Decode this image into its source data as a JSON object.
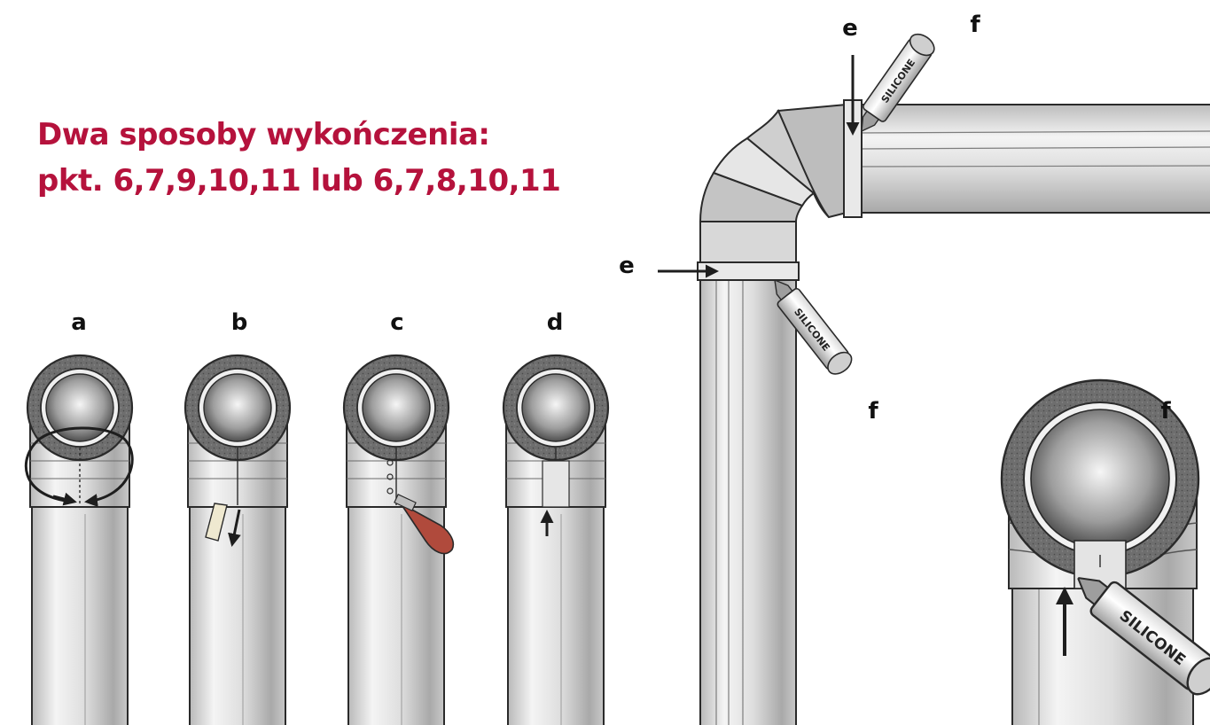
{
  "heading": {
    "line1": "Dwa sposoby wykończenia:",
    "line2": "pkt. 6,7,9,10,11 lub 6,7,8,10,11",
    "color": "#b5123c"
  },
  "step_labels": {
    "a": "a",
    "b": "b",
    "c": "c",
    "d": "d",
    "e": "e",
    "f": "f"
  },
  "tube_text": "SILICONE",
  "icons": [
    "rotate-arrows-icon",
    "tape-strip-icon",
    "hand-stapler-icon",
    "seam-arrow-icon",
    "silicone-tube-icon",
    "pointer-arrow-icon"
  ],
  "colors": {
    "pipe_light": "#f2f2f2",
    "pipe_mid": "#c9c9c9",
    "pipe_dark": "#9a9a9a",
    "insulation": "#6f6f6f",
    "stapler_handle": "#b04a3c",
    "outline": "#2a2a2a"
  }
}
